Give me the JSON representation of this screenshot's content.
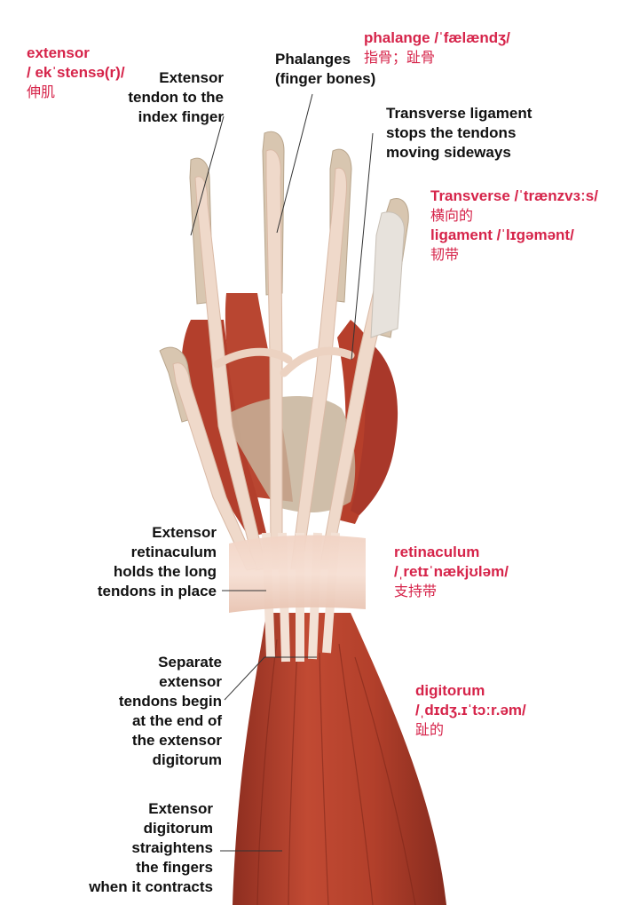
{
  "colors": {
    "annotation": "#d6244a",
    "label": "#111111",
    "muscle": "#b8412e",
    "tendon": "#ecd2c1",
    "bone": "#c9b59c"
  },
  "anatomy_labels": {
    "extensor_tendon_index": [
      "Extensor",
      "tendon to the",
      "index finger"
    ],
    "phalanges": [
      "Phalanges",
      "(finger bones)"
    ],
    "transverse_ligament": [
      "Transverse ligament",
      "stops the tendons",
      "moving sideways"
    ],
    "extensor_retinaculum": [
      "Extensor",
      "retinaculum",
      "holds the long",
      "tendons in place"
    ],
    "separate_tendons": [
      "Separate",
      "extensor",
      "tendons begin",
      "at the end of",
      "the extensor",
      "digitorum"
    ],
    "extensor_digitorum": [
      "Extensor",
      "digitorum",
      "straightens",
      "the fingers",
      "when it contracts"
    ]
  },
  "vocab": {
    "extensor": [
      "extensor",
      "/ ekˈstensə(r)/",
      "伸肌"
    ],
    "phalange": [
      "phalange /ˈfælændʒ/",
      "指骨；趾骨"
    ],
    "transverse_ligament": [
      "Transverse /ˈtrænzvɜːs/",
      "横向的",
      "ligament /ˈlɪɡəmənt/",
      "韧带"
    ],
    "retinaculum": [
      "retinaculum",
      "/ˌretɪˈnækjʊləm/",
      "支持带"
    ],
    "digitorum": [
      "digitorum",
      "/ˌdɪdʒ.ɪˈtɔːr.əm/",
      "趾的"
    ]
  }
}
